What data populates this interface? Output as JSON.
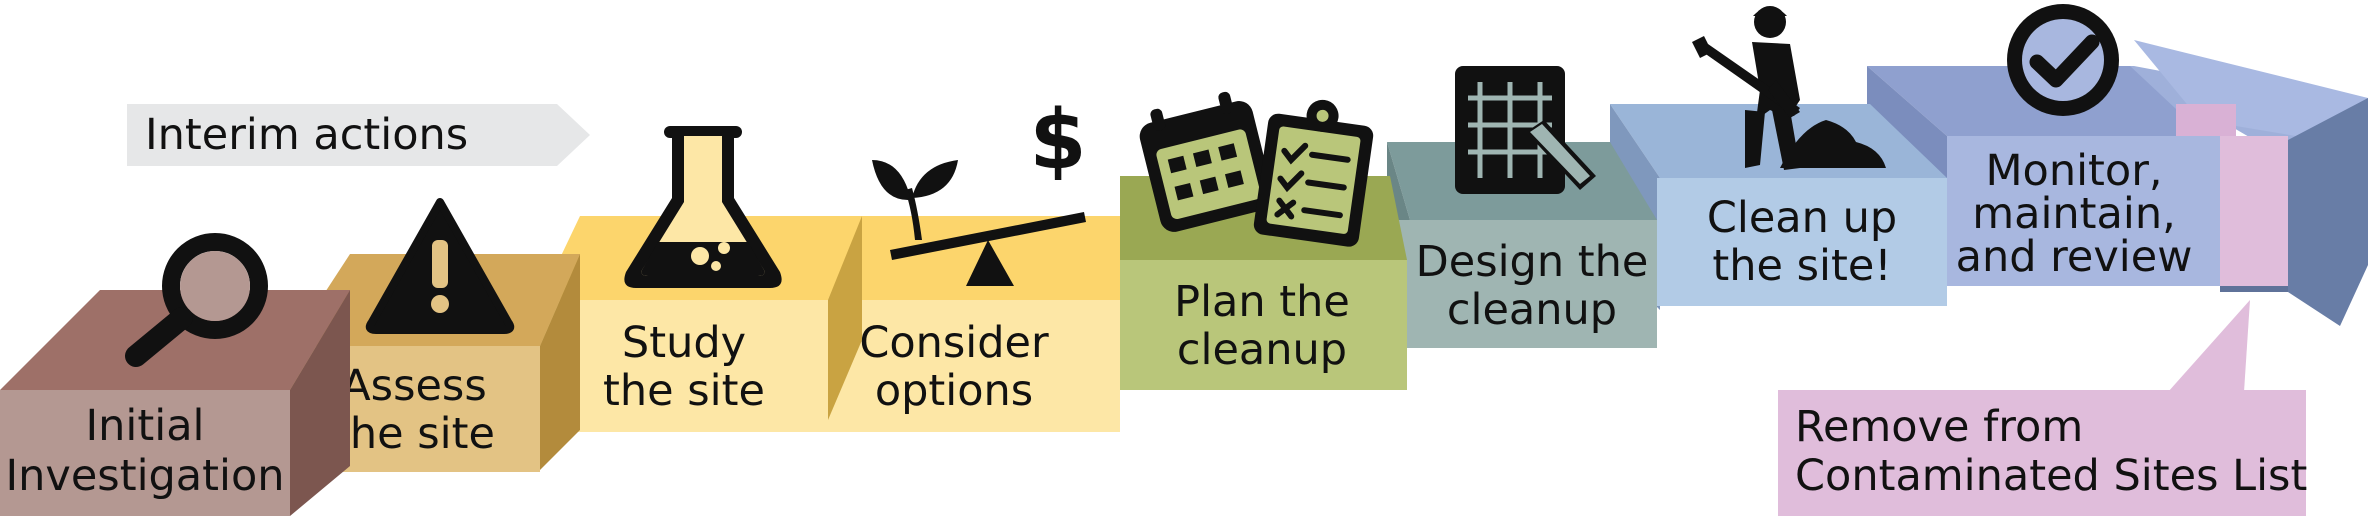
{
  "interim": {
    "label": "Interim actions"
  },
  "steps": [
    {
      "id": "initial",
      "label_lines": [
        "Initial",
        "Investigation"
      ],
      "icon": "magnifying-glass-icon"
    },
    {
      "id": "assess",
      "label_lines": [
        "Assess",
        "the site"
      ],
      "icon": "warning-icon"
    },
    {
      "id": "study",
      "label_lines": [
        "Study",
        "the site"
      ],
      "icon": "flask-icon"
    },
    {
      "id": "consider",
      "label_lines": [
        "Consider",
        "options"
      ],
      "icon": "scale-icon"
    },
    {
      "id": "plan",
      "label_lines": [
        "Plan the",
        "cleanup"
      ],
      "icon": "calendar-checklist-icon"
    },
    {
      "id": "design",
      "label_lines": [
        "Design the",
        "cleanup"
      ],
      "icon": "grid-pencil-icon"
    },
    {
      "id": "cleanup",
      "label_lines": [
        "Clean up",
        "the site!"
      ],
      "icon": "worker-shovel-icon"
    },
    {
      "id": "monitor",
      "label_lines": [
        "Monitor,",
        "maintain,",
        "and review"
      ],
      "icon": "checkmark-icon"
    }
  ],
  "removal": {
    "label_lines": [
      "Remove from",
      "Contaminated Sites List"
    ]
  },
  "colors": {
    "initial": "#b49892",
    "assess": "#e3c384",
    "study": "#fde7a6",
    "consider": "#fde7a6",
    "plan": "#b9c67a",
    "design": "#9fb5b2",
    "cleanup": "#b2cbe6",
    "monitor": "#a8b7df",
    "removal": "#e0bddb",
    "interim": "#e6e7e8"
  }
}
